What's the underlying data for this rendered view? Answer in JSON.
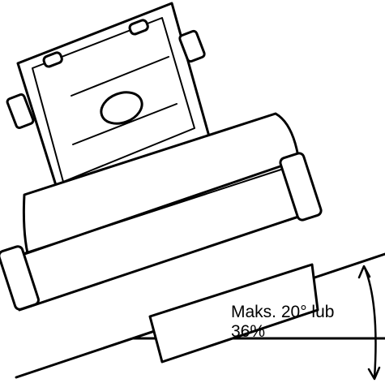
{
  "illustration": {
    "subject": "roller-on-slope-icon",
    "caption_line1": "Maks. 20° lub",
    "caption_line2": "36%",
    "max_angle_deg": 20,
    "max_grade_percent": 36,
    "line_color": "#000000",
    "fill_color": "#ffffff"
  }
}
